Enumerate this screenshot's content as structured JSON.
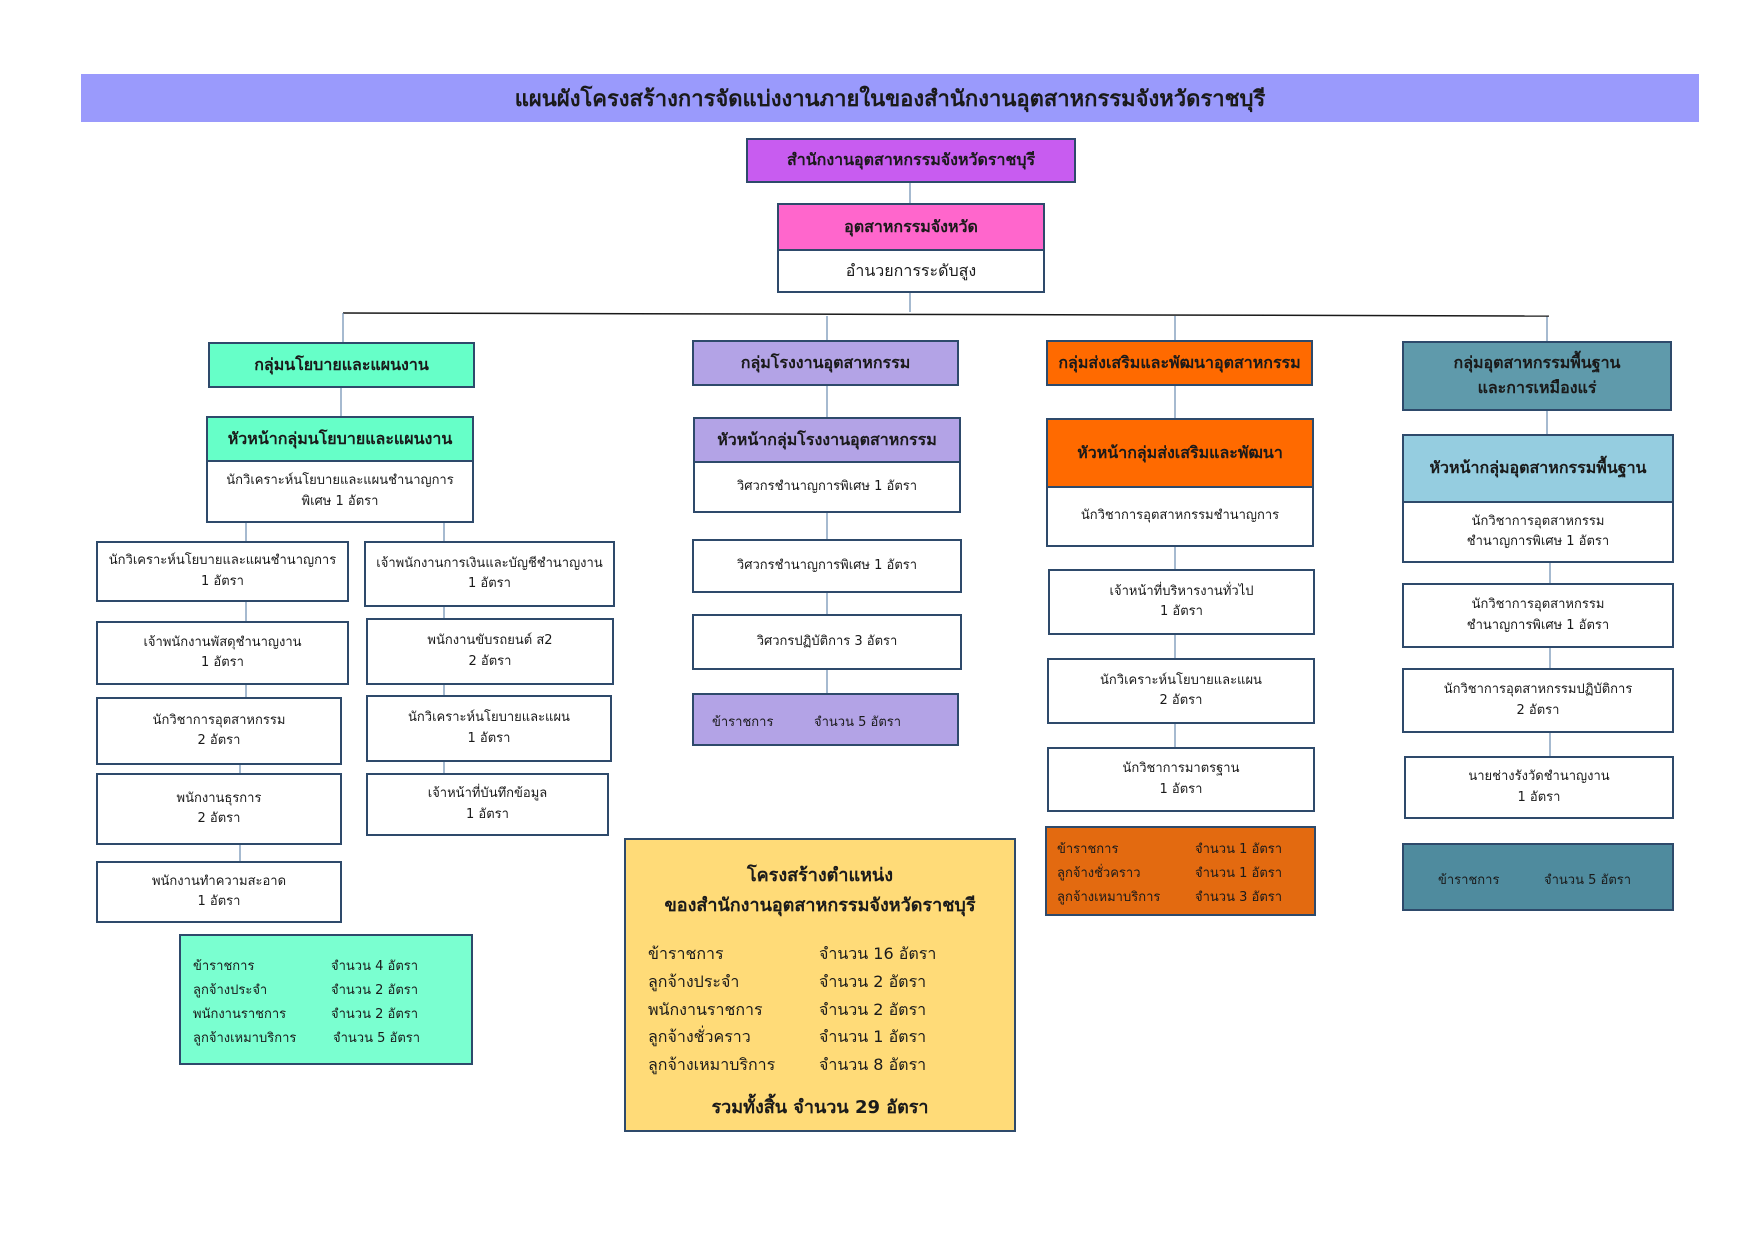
{
  "title": "แผนผังโครงสร้างการจัดแบ่งงานภายในของสำนักงานอุตสาหกรรมจังหวัดราชบุรี",
  "office": "สำนักงานอุตสาหกรรมจังหวัดราชบุรี",
  "head": {
    "title": "อุตสาหกรรมจังหวัด",
    "subtitle": "อำนวยการระดับสูง"
  },
  "colors": {
    "banner": "#9a9afc",
    "office": "#c85cf0",
    "head": "#ff66cc",
    "g1": "#66ffc8",
    "g2": "#b3a3e6",
    "g3": "#ff6a00",
    "g4": "#5f9aab"
  },
  "g1": {
    "name": "กลุ่มนโยบายและแผนงาน",
    "head_title": "หัวหน้ากลุ่มนโยบายและแผนงาน",
    "head_pos": [
      "นักวิเคราะห์นโยบายและแผนชำนาญการ",
      "พิเศษ 1 อัตรา"
    ],
    "left": [
      [
        "นักวิเคราะห์นโยบายและแผนชำนาญการ",
        "1 อัตรา"
      ],
      [
        "เจ้าพนักงานพัสดุชำนาญงาน",
        "1 อัตรา"
      ],
      [
        "นักวิชาการอุตสาหกรรม",
        "2 อัตรา"
      ],
      [
        "พนักงานธุรการ",
        "2 อัตรา"
      ],
      [
        "พนักงานทำความสะอาด",
        "1 อัตรา"
      ]
    ],
    "right": [
      [
        "เจ้าพนักงานการเงินและบัญชีชำนาญงาน",
        "1 อัตรา"
      ],
      [
        "พนักงานขับรถยนต์ ส2",
        "2 อัตรา"
      ],
      [
        "นักวิเคราะห์นโยบายและแผน",
        "1 อัตรา"
      ],
      [
        "เจ้าหน้าที่บันทึกข้อมูล",
        "1 อัตรา"
      ]
    ],
    "summary": [
      [
        "ข้าราชการ",
        "จำนวน 4 อัตรา"
      ],
      [
        "ลูกจ้างประจำ",
        "จำนวน 2 อัตรา"
      ],
      [
        "พนักงานราชการ",
        "จำนวน 2 อัตรา"
      ],
      [
        "ลูกจ้างเหมาบริการ",
        "จำนวน 5 อัตรา"
      ]
    ]
  },
  "g2": {
    "name": "กลุ่มโรงงานอุตสาหกรรม",
    "head_title": "หัวหน้ากลุ่มโรงงานอุตสาหกรรม",
    "head_pos": "วิศวกรชำนาญการพิเศษ 1 อัตรา",
    "items": [
      "วิศวกรชำนาญการพิเศษ 1 อัตรา",
      "วิศวกรปฏิบัติการ 3 อัตรา"
    ],
    "summary": [
      "ข้าราชการ",
      "จำนวน 5 อัตรา"
    ]
  },
  "g3": {
    "name": "กลุ่มส่งเสริมและพัฒนาอุตสาหกรรม",
    "head_title": "หัวหน้ากลุ่มส่งเสริมและพัฒนา",
    "head_pos": "นักวิชาการอุตสาหกรรมชำนาญการ",
    "items": [
      [
        "เจ้าหน้าที่บริหารงานทั่วไป",
        "1 อัตรา"
      ],
      [
        "นักวิเคราะห์นโยบายและแผน",
        "2 อัตรา"
      ],
      [
        "นักวิชาการมาตรฐาน",
        "1 อัตรา"
      ]
    ],
    "summary": [
      [
        "ข้าราชการ",
        "จำนวน 1 อัตรา"
      ],
      [
        "ลูกจ้างชั่วคราว",
        "จำนวน 1 อัตรา"
      ],
      [
        "ลูกจ้างเหมาบริการ",
        "จำนวน 3 อัตรา"
      ]
    ]
  },
  "g4": {
    "name": [
      "กลุ่มอุตสาหกรรมพื้นฐาน",
      "และการเหมืองแร่"
    ],
    "head_title": "หัวหน้ากลุ่มอุตสาหกรรมพื้นฐาน",
    "head_pos": [
      "นักวิชาการอุตสาหกรรม",
      "ชำนาญการพิเศษ 1 อัตรา"
    ],
    "items": [
      [
        "นักวิชาการอุตสาหกรรม",
        "ชำนาญการพิเศษ 1 อัตรา"
      ],
      [
        "นักวิชาการอุตสาหกรรมปฏิบัติการ",
        "2 อัตรา"
      ],
      [
        "นายช่างรังวัดชำนาญงาน",
        "1 อัตรา"
      ]
    ],
    "summary": [
      "ข้าราชการ",
      "จำนวน 5 อัตรา"
    ]
  },
  "total": {
    "title": [
      "โครงสร้างตำแหน่ง",
      "ของสำนักงานอุตสาหกรรมจังหวัดราชบุรี"
    ],
    "rows": [
      [
        "ข้าราชการ",
        "จำนวน   16  อัตรา"
      ],
      [
        "ลูกจ้างประจำ",
        "จำนวน    2  อัตรา"
      ],
      [
        "พนักงานราชการ",
        "จำนวน    2  อัตรา"
      ],
      [
        "ลูกจ้างชั่วคราว",
        "จำนวน    1  อัตรา"
      ],
      [
        "ลูกจ้างเหมาบริการ",
        "จำนวน    8  อัตรา"
      ]
    ],
    "grand": "รวมทั้งสิ้น จำนวน  29  อัตรา"
  }
}
